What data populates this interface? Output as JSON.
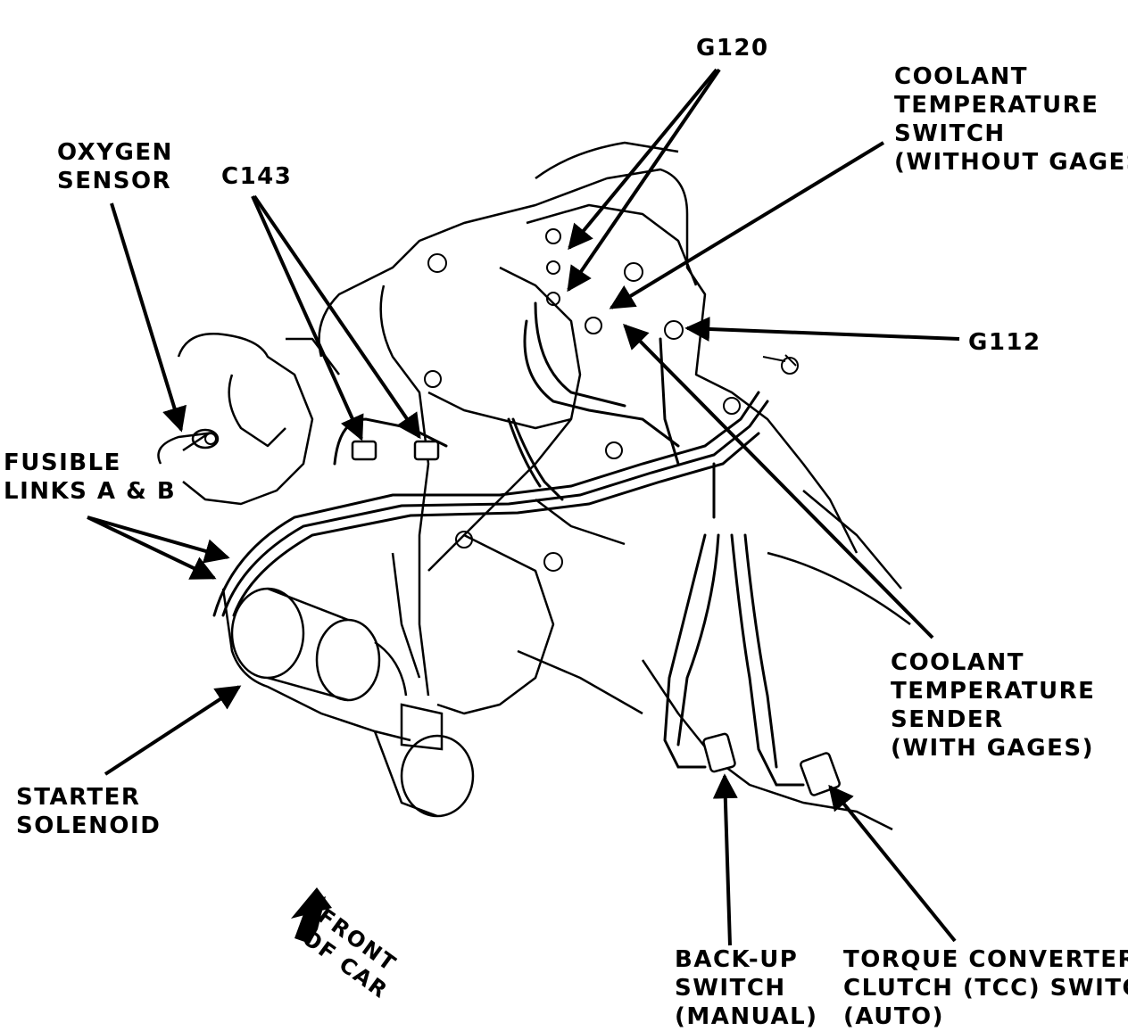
{
  "labels": {
    "oxygen_sensor": [
      "OXYGEN",
      "SENSOR"
    ],
    "c143": "C143",
    "g120": "G120",
    "coolant_switch": [
      "COOLANT",
      "TEMPERATURE",
      "SWITCH",
      "(WITHOUT GAGES)"
    ],
    "g112": "G112",
    "fusible_links": [
      "FUSIBLE",
      "LINKS A & B"
    ],
    "coolant_sender": [
      "COOLANT",
      "TEMPERATURE",
      "SENDER",
      "(WITH GAGES)"
    ],
    "starter_solenoid": [
      "STARTER",
      "SOLENOID"
    ],
    "front_of_car": [
      "FRONT",
      "OF CAR"
    ],
    "backup_switch": [
      "BACK-UP",
      "SWITCH",
      "(MANUAL)"
    ],
    "tcc_switch": [
      "TORQUE CONVERTER",
      "CLUTCH (TCC) SWITCH",
      "(AUTO)"
    ]
  }
}
